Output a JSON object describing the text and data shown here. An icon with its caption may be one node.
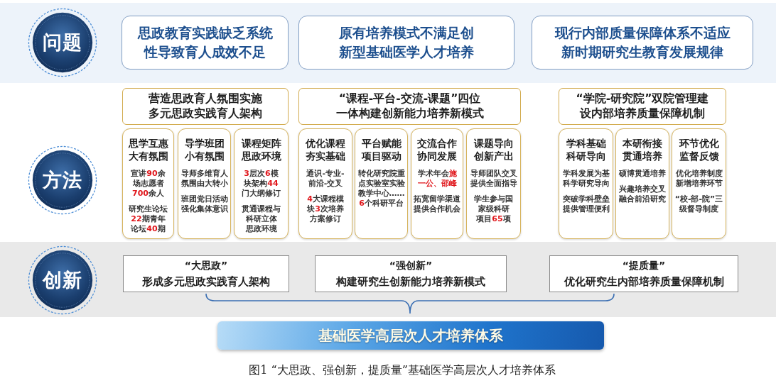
{
  "diagram": {
    "caption": "图1 “大思政、强创新，提质量”基础医学高层次人才培养体系",
    "nodes": [
      {
        "text": [
          "问题"
        ]
      },
      {
        "text": [
          "思政教育实践缺乏系统性导致育人成效不足"
        ]
      },
      {
        "text": [
          "原有培养模式不满足创新型基础医学人才培养"
        ]
      },
      {
        "text": [
          "现行内部质量保障体系不适应新时期研究生教育发展规律"
        ]
      },
      {
        "text": [
          "方法"
        ]
      },
      {
        "text": [
          "营造思政育人氛围实施多元思政实践育人架构"
        ]
      },
      {
        "text": [
          "“课程-平台-交流-课题”四位一体构建创新能力培养新模式"
        ]
      },
      {
        "text": [
          "“学院-研究院”双院管理建设内部培养质量保障机制"
        ]
      },
      {
        "text": [
          "思学互惠大有氛围",
          "宣讲**90**余场志愿者**700**余人",
          "研究生论坛**22**期青年论坛**40**期"
        ]
      },
      {
        "text": [
          "导学班团小有氛围",
          "导师多维育人氛围由大转小",
          "班团党日活动强化集体意识"
        ]
      },
      {
        "text": [
          "课程矩阵思政环境",
          "**3**层次**6**模块架构**44**门大纲修订",
          "贯通课程与科研立体思政环境"
        ]
      },
      {
        "text": [
          "优化课程夯实基础",
          "通识-专业-前沿-交叉",
          "**4**大课程模块**3**次培养方案修订"
        ]
      },
      {
        "text": [
          "平台赋能项目驱动",
          "转化研究院重点实验室实验教学中心……**6**个科研平台"
        ]
      },
      {
        "text": [
          "交流合作协同发展",
          "学术年会**施一公、邵峰**",
          "拓宽留学渠道提供合作机会"
        ]
      },
      {
        "text": [
          "课题导向创新产出",
          "导师团队交叉提供全面指导",
          "学生参与国家级科研项目**65**项"
        ]
      },
      {
        "text": [
          "学科基础科研导向",
          "学科发展为基科学研究导向",
          "突破学科壁垒提供管理便利"
        ]
      },
      {
        "text": [
          "本研衔接贯通培养",
          "硕博贯通培养",
          "兴趣培养交叉融合前沿研究"
        ]
      },
      {
        "text": [
          "环节优化监督反馈",
          "优化培养制度新增培养环节",
          "“校-部-院”三级督导制度"
        ]
      },
      {
        "text": [
          "创新"
        ]
      },
      {
        "text": [
          "“大思政”",
          "形成多元思政实践育人架构"
        ]
      },
      {
        "text": [
          "“强创新”",
          "构建研究生创新能力培养新模式"
        ]
      },
      {
        "text": [
          "“提质量”",
          "优化研究生内部培养质量保障机制"
        ]
      },
      {
        "text": [
          "基础医学高层次人才培养体系"
        ]
      }
    ]
  }
}
